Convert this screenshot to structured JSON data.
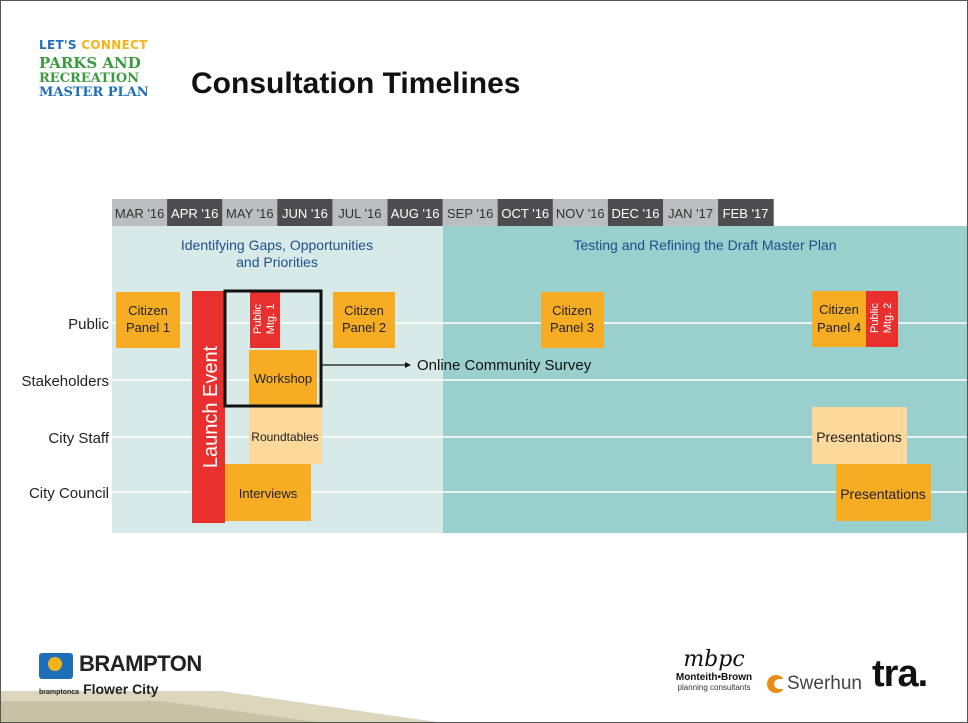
{
  "slide": {
    "title": "Consultation Timelines",
    "logo": {
      "line1_a": "LET'S ",
      "line1_b": "CONNECT",
      "line2": "PARKS AND",
      "line3": "RECREATION",
      "line4": "MASTER PLAN"
    }
  },
  "timeline": {
    "months": [
      "MAR '16",
      "APR '16",
      "MAY '16",
      "JUN '16",
      "JUL '16",
      "AUG '16",
      "SEP '16",
      "OCT '16",
      "NOV '16",
      "DEC '16",
      "JAN '17",
      "FEB '17"
    ],
    "phases": [
      {
        "line1": "Identifying Gaps, Opportunities",
        "line2": "and Priorities"
      },
      {
        "line1": "Testing and Refining the Draft Master Plan",
        "line2": ""
      }
    ],
    "rows": [
      "Public",
      "Stakeholders",
      "City Staff",
      "City Council"
    ],
    "launch_event": "Launch Event",
    "public_mtg_1": {
      "line1": "Public",
      "line2": "Mtg. 1"
    },
    "public_mtg_2": {
      "line1": "Public",
      "line2": "Mtg. 2"
    },
    "citizen_panels": [
      {
        "line1": "Citizen",
        "line2": "Panel 1"
      },
      {
        "line1": "Citizen",
        "line2": "Panel 2"
      },
      {
        "line1": "Citizen",
        "line2": "Panel 3"
      },
      {
        "line1": "Citizen",
        "line2": "Panel 4"
      }
    ],
    "workshop": "Workshop",
    "online_survey": "Online Community Survey",
    "roundtables": "Roundtables",
    "interviews": "Interviews",
    "presentations_staff": "Presentations",
    "presentations_council": "Presentations"
  },
  "footer": {
    "brampton_name": "BRAMPTON",
    "brampton_tag": "Flower City",
    "brampton_small": "bramptonca",
    "mbpc_script": "mbpc",
    "mbpc_name": "Monteith•Brown",
    "mbpc_sub": "planning consultants",
    "swerhun": "Swerhun",
    "tra": "tra."
  },
  "colors": {
    "month_dark": "#4d4d4f",
    "month_light": "#bcbdbf",
    "phase1_bg": "#d7eae7",
    "phase2_bg": "#99cfcc",
    "phase_text": "#1f4e8c",
    "orange": "#f6ad24",
    "light_orange": "#fcd99a",
    "red": "#e8312f"
  }
}
